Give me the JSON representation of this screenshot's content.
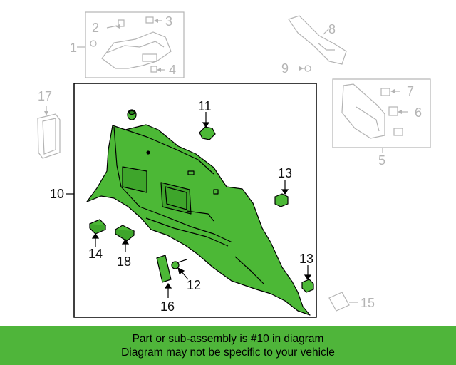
{
  "callouts": {
    "c1": "1",
    "c2": "2",
    "c3": "3",
    "c4": "4",
    "c5": "5",
    "c6": "6",
    "c7": "7",
    "c8": "8",
    "c9": "9",
    "c10": "10",
    "c11": "11",
    "c12": "12",
    "c13a": "13",
    "c13b": "13",
    "c14": "14",
    "c15": "15",
    "c16": "16",
    "c17": "17",
    "c18": "18"
  },
  "banner": {
    "line1": "Part or sub-assembly is #10 in diagram",
    "line2": "Diagram may not be specific to your vehicle"
  },
  "colors": {
    "highlight": "#4cb836",
    "banner": "#4fb53a",
    "ghost": "#b4b4b4",
    "frame": "#000000"
  }
}
